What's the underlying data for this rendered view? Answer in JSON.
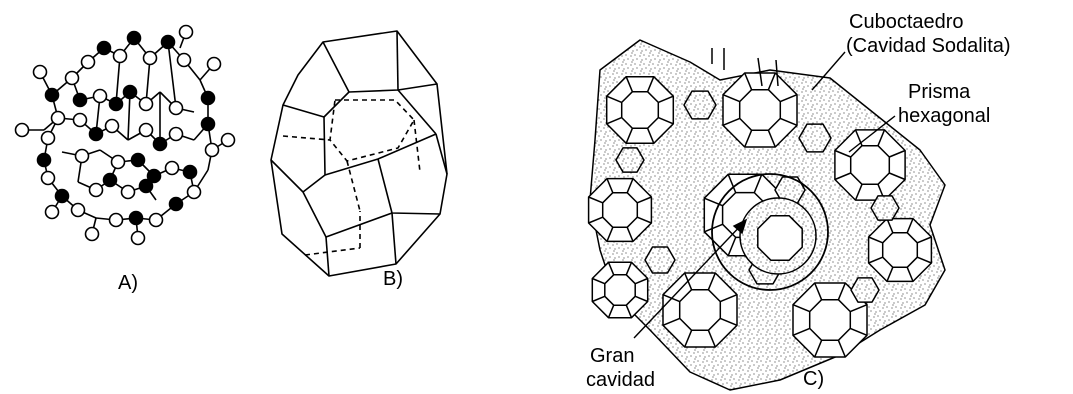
{
  "panels": {
    "a": {
      "label": "A)"
    },
    "b": {
      "label": "B)"
    },
    "c": {
      "label": "C)"
    }
  },
  "annotations": {
    "cuboctahedron_line1": "Cuboctaedro",
    "cuboctahedron_line2": "(Cavidad Sodalita)",
    "prism_line1": "Prisma",
    "prism_line2": "hexagonal",
    "cavity_line1": "Gran",
    "cavity_line2": "cavidad"
  },
  "colors": {
    "line": "#000000",
    "background": "#ffffff"
  }
}
